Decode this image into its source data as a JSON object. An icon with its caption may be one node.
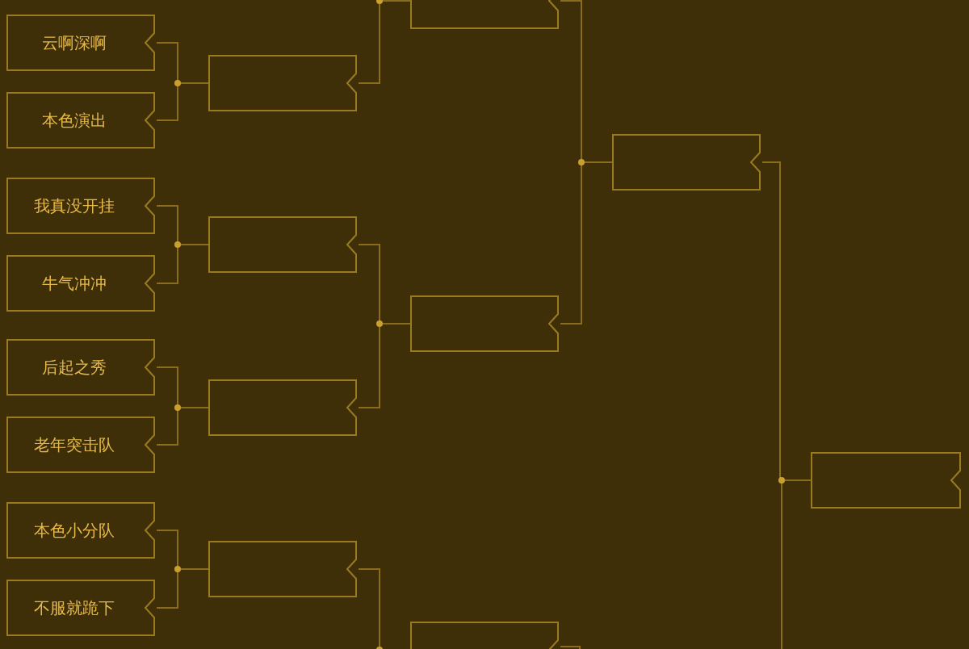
{
  "diagram": {
    "nodes": [
      {
        "text": [
          "云啊深啊"
        ]
      },
      {
        "text": [
          "本色演出"
        ]
      },
      {
        "text": [
          "我真没开挂"
        ]
      },
      {
        "text": [
          "牛气冲冲"
        ]
      },
      {
        "text": [
          "后起之秀"
        ]
      },
      {
        "text": [
          "老年突击队"
        ]
      },
      {
        "text": [
          "本色小分队"
        ]
      },
      {
        "text": [
          "不服就跪下"
        ]
      },
      {
        "text": [],
        "shape": "box"
      },
      {
        "text": [],
        "shape": "box"
      },
      {
        "text": [],
        "shape": "box"
      },
      {
        "text": [],
        "shape": "box"
      },
      {
        "text": [],
        "shape": "box"
      },
      {
        "text": [],
        "shape": "box"
      },
      {
        "text": [],
        "shape": "box"
      },
      {
        "text": [],
        "shape": "box"
      },
      {
        "text": [],
        "shape": "box"
      }
    ],
    "edges": [
      {
        "from": 0,
        "to": 8,
        "arrow": "none"
      },
      {
        "from": 1,
        "to": 8,
        "arrow": "none"
      },
      {
        "from": 2,
        "to": 9,
        "arrow": "none"
      },
      {
        "from": 3,
        "to": 9,
        "arrow": "none"
      },
      {
        "from": 4,
        "to": 10,
        "arrow": "none"
      },
      {
        "from": 5,
        "to": 10,
        "arrow": "none"
      },
      {
        "from": 6,
        "to": 11,
        "arrow": "none"
      },
      {
        "from": 7,
        "to": 11,
        "arrow": "none"
      },
      {
        "from": 8,
        "to": 12,
        "arrow": "none"
      },
      {
        "from": 9,
        "to": 13,
        "arrow": "none"
      },
      {
        "from": 10,
        "to": 13,
        "arrow": "none"
      },
      {
        "from": 11,
        "to": 14,
        "arrow": "none"
      },
      {
        "from": 12,
        "to": 15,
        "arrow": "none"
      },
      {
        "from": 13,
        "to": 15,
        "arrow": "none"
      },
      {
        "from": 15,
        "to": 16,
        "arrow": "none"
      },
      {
        "from": null,
        "to": 16,
        "arrow": "none"
      },
      {
        "from": 14,
        "to": null,
        "arrow": "none"
      }
    ]
  }
}
